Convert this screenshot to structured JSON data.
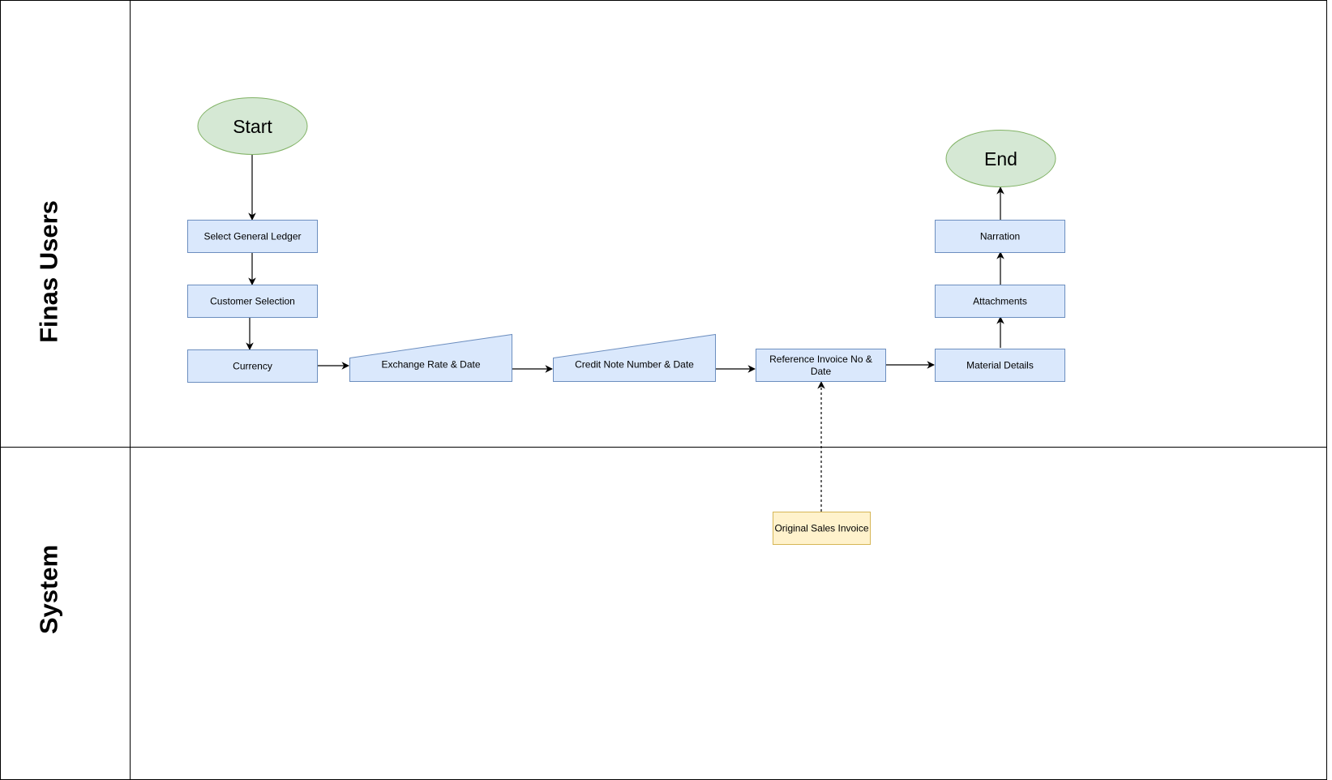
{
  "lanes": [
    {
      "id": "finas",
      "label": "Finas Users"
    },
    {
      "id": "system",
      "label": "System"
    }
  ],
  "nodes": {
    "start": {
      "label": "Start"
    },
    "end": {
      "label": "End"
    },
    "select_gl": {
      "label": "Select General Ledger"
    },
    "customer": {
      "label": "Customer Selection"
    },
    "currency": {
      "label": "Currency"
    },
    "exchange": {
      "label": "Exchange Rate & Date"
    },
    "credit_note": {
      "label": "Credit Note Number & Date"
    },
    "ref_invoice": {
      "label_line1": "Reference Invoice No &",
      "label_line2": "Date"
    },
    "material": {
      "label": "Material Details"
    },
    "attachments": {
      "label": "Attachments"
    },
    "narration": {
      "label": "Narration"
    },
    "orig_invoice": {
      "label": "Original Sales Invoice"
    }
  },
  "edges": [
    {
      "from": "start",
      "to": "select_gl",
      "style": "solid"
    },
    {
      "from": "select_gl",
      "to": "customer",
      "style": "solid"
    },
    {
      "from": "customer",
      "to": "currency",
      "style": "solid"
    },
    {
      "from": "currency",
      "to": "exchange",
      "style": "solid"
    },
    {
      "from": "exchange",
      "to": "credit_note",
      "style": "solid"
    },
    {
      "from": "credit_note",
      "to": "ref_invoice",
      "style": "solid"
    },
    {
      "from": "ref_invoice",
      "to": "material",
      "style": "solid"
    },
    {
      "from": "material",
      "to": "attachments",
      "style": "solid"
    },
    {
      "from": "attachments",
      "to": "narration",
      "style": "solid"
    },
    {
      "from": "narration",
      "to": "end",
      "style": "solid"
    },
    {
      "from": "orig_invoice",
      "to": "ref_invoice",
      "style": "dashed"
    }
  ],
  "colors": {
    "process_fill": "#dae8fc",
    "process_stroke": "#6c8ebf",
    "terminal_fill": "#d5e8d4",
    "terminal_stroke": "#82b366",
    "data_fill": "#fff2cc",
    "data_stroke": "#d6b656",
    "line": "#000000"
  }
}
